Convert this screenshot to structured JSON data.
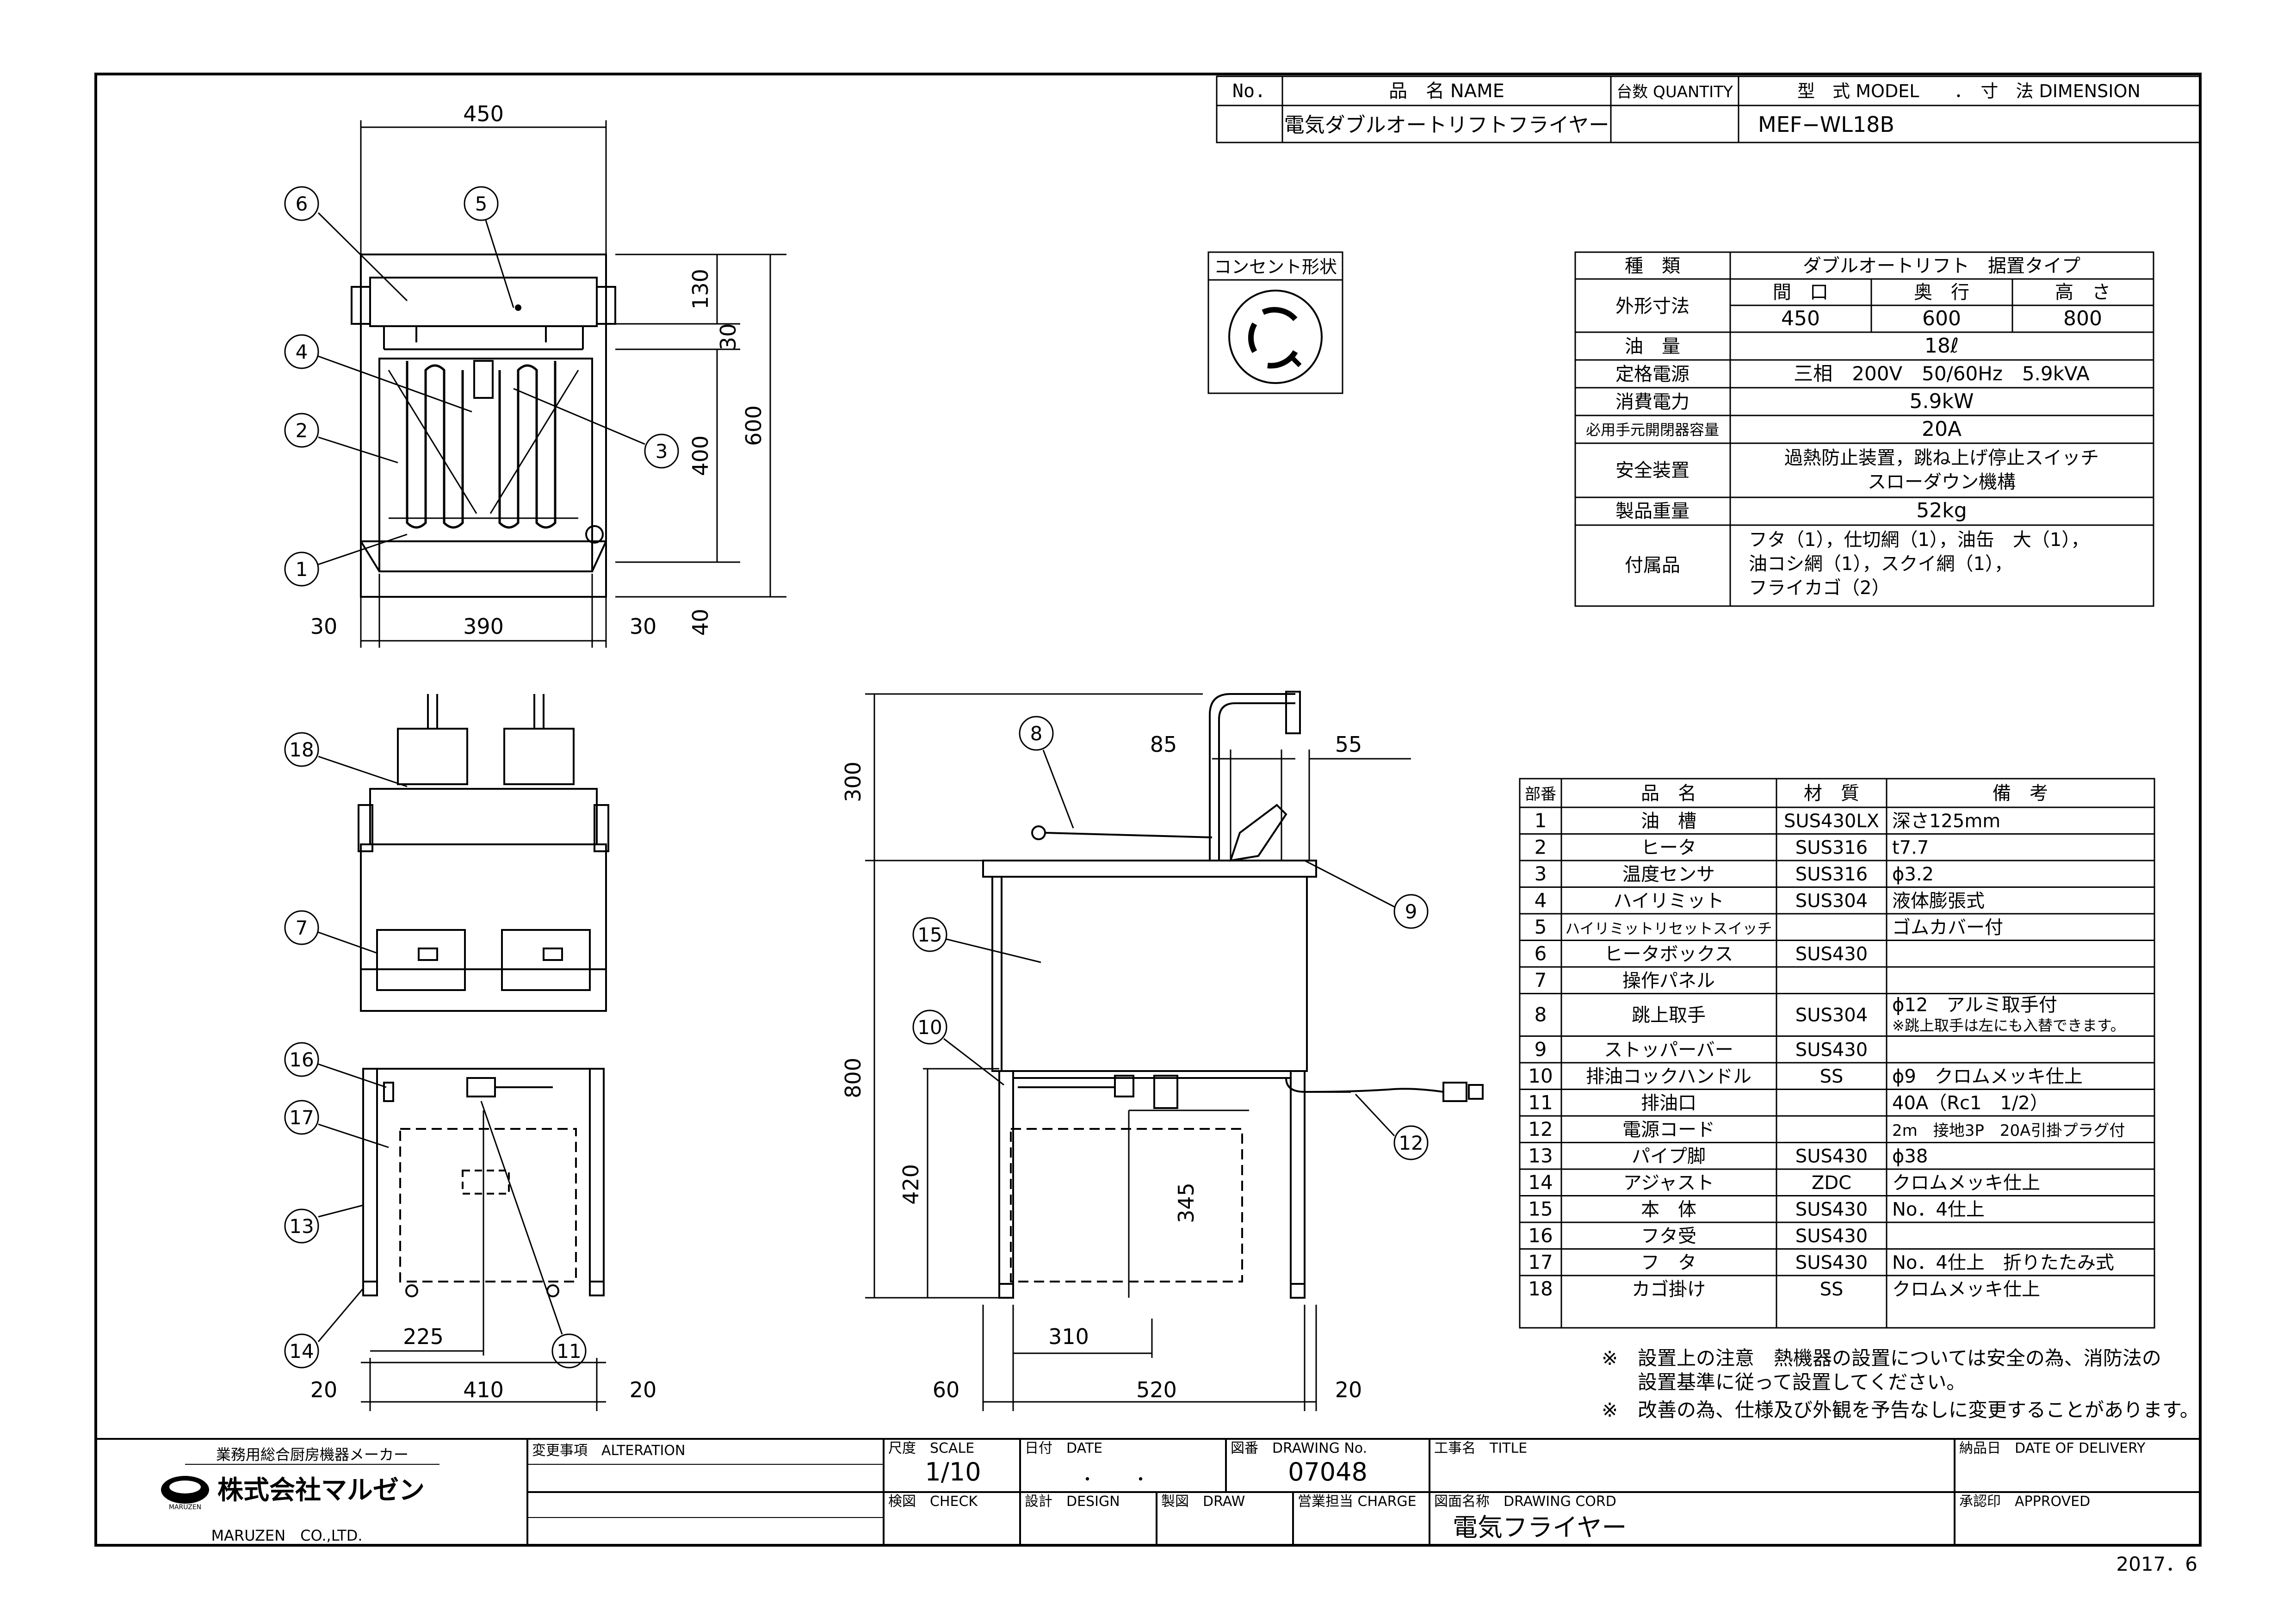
{
  "title_block": {
    "no_header": "No.",
    "name_header": "品　名 NAME",
    "qty_header": "台数 QUANTITY",
    "model_header": "型　式 MODEL　　．　寸　法 DIMENSION",
    "product_name": "電気ダブルオートリフトフライヤー",
    "model": "MEF−WL18B"
  },
  "outlet": {
    "label": "コンセント形状"
  },
  "spec_table": {
    "rows": [
      {
        "label": "種　類",
        "value": "ダブルオートリフト　据置タイプ"
      },
      {
        "label": "外形寸法",
        "sub_headers": [
          "間　口",
          "奥　行",
          "高　さ"
        ],
        "sub_values": [
          "450",
          "600",
          "800"
        ]
      },
      {
        "label": "油　量",
        "value": "18ℓ"
      },
      {
        "label": "定格電源",
        "value": "三相　200V　50/60Hz　5.9kVA"
      },
      {
        "label": "消費電力",
        "value": "5.9kW"
      },
      {
        "label": "必用手元開閉器容量",
        "value": "20A"
      },
      {
        "label": "安全装置",
        "value_lines": [
          "過熱防止装置，跳ね上げ停止スイッチ",
          "スローダウン機構"
        ]
      },
      {
        "label": "製品重量",
        "value": "52kg"
      },
      {
        "label": "付属品",
        "value_lines": [
          "フタ（1），仕切網（1），油缶　大（1），",
          "油コシ網（1），スクイ網（1），",
          "フライカゴ（2）"
        ]
      }
    ]
  },
  "parts_table": {
    "headers": [
      "部番",
      "品　名",
      "材　質",
      "備　考"
    ],
    "rows": [
      {
        "no": "1",
        "name": "油　槽",
        "material": "SUS430LX",
        "note": "深さ125mm"
      },
      {
        "no": "2",
        "name": "ヒータ",
        "material": "SUS316",
        "note": "t7.7"
      },
      {
        "no": "3",
        "name": "温度センサ",
        "material": "SUS316",
        "note": "ϕ3.2"
      },
      {
        "no": "4",
        "name": "ハイリミット",
        "material": "SUS304",
        "note": "液体膨張式"
      },
      {
        "no": "5",
        "name": "ハイリミットリセットスイッチ",
        "material": "",
        "note": "ゴムカバー付"
      },
      {
        "no": "6",
        "name": "ヒータボックス",
        "material": "SUS430",
        "note": ""
      },
      {
        "no": "7",
        "name": "操作パネル",
        "material": "",
        "note": ""
      },
      {
        "no": "8",
        "name": "跳上取手",
        "material": "SUS304",
        "note": "ϕ12　アルミ取手付",
        "note2": "※跳上取手は左にも入替できます。"
      },
      {
        "no": "9",
        "name": "ストッパーバー",
        "material": "SUS430",
        "note": ""
      },
      {
        "no": "10",
        "name": "排油コックハンドル",
        "material": "SS",
        "note": "ϕ9　クロムメッキ仕上"
      },
      {
        "no": "11",
        "name": "排油口",
        "material": "",
        "note": "40A（Rc1　1/2）"
      },
      {
        "no": "12",
        "name": "電源コード",
        "material": "",
        "note": "2m　接地3P　20A引掛プラグ付"
      },
      {
        "no": "13",
        "name": "パイプ脚",
        "material": "SUS430",
        "note": "ϕ38"
      },
      {
        "no": "14",
        "name": "アジャスト",
        "material": "ZDC",
        "note": "クロムメッキ仕上"
      },
      {
        "no": "15",
        "name": "本　体",
        "material": "SUS430",
        "note": "No．4仕上"
      },
      {
        "no": "16",
        "name": "フタ受",
        "material": "SUS430",
        "note": ""
      },
      {
        "no": "17",
        "name": "フ　タ",
        "material": "SUS430",
        "note": "No．4仕上　折りたたみ式"
      },
      {
        "no": "18",
        "name": "カゴ掛け",
        "material": "SS",
        "note": "クロムメッキ仕上"
      }
    ]
  },
  "notes": [
    {
      "mark": "※",
      "lines": [
        "設置上の注意　熱機器の設置については安全の為、消防法の",
        "設置基準に従って設置してください。"
      ]
    },
    {
      "mark": "※",
      "lines": [
        "改善の為、仕様及び外観を予告なしに変更することがあります。"
      ]
    }
  ],
  "dimensions": {
    "top_width": "450",
    "top_130": "130",
    "top_30": "30",
    "top_400": "400",
    "top_600": "600",
    "top_left": "30",
    "top_mid": "390",
    "top_right": "30",
    "top_40": "40",
    "front_225": "225",
    "front_20a": "20",
    "front_410": "410",
    "front_20b": "20",
    "side_300": "300",
    "side_85": "85",
    "side_55": "55",
    "side_800": "800",
    "side_420": "420",
    "side_345": "345",
    "side_310": "310",
    "side_60": "60",
    "side_520": "520",
    "side_20": "20"
  },
  "balloons": {
    "b1": "1",
    "b2": "2",
    "b3": "3",
    "b4": "4",
    "b5": "5",
    "b6": "6",
    "b7": "7",
    "b8": "8",
    "b9": "9",
    "b10": "10",
    "b11": "11",
    "b12": "12",
    "b13": "13",
    "b14": "14",
    "b15": "15",
    "b16": "16",
    "b17": "17",
    "b18": "18"
  },
  "footer": {
    "maker_tagline": "業務用総合厨房機器メーカー",
    "company_jp": "株式会社マルゼン",
    "logo_small": "MARUZEN",
    "company_en": "MARUZEN　CO.,LTD.",
    "alteration": "変更事項　ALTERATION",
    "scale_label": "尺度　SCALE",
    "scale_value": "1/10",
    "date_label": "日付　DATE",
    "date_value": "．　　．",
    "drawing_no_label": "図番　DRAWING No.",
    "drawing_no_value": "07048",
    "title_label": "工事名　TITLE",
    "delivery_label": "納品日　DATE OF DELIVERY",
    "check_label": "検図　CHECK",
    "design_label": "設計　DESIGN",
    "draw_label": "製図　DRAW",
    "charge_label": "営業担当 CHARGE",
    "drawing_cord_label": "図面名称　DRAWING CORD",
    "drawing_name": "電気フライヤー",
    "approved_label": "承認印　APPROVED",
    "year": "2017．6"
  }
}
